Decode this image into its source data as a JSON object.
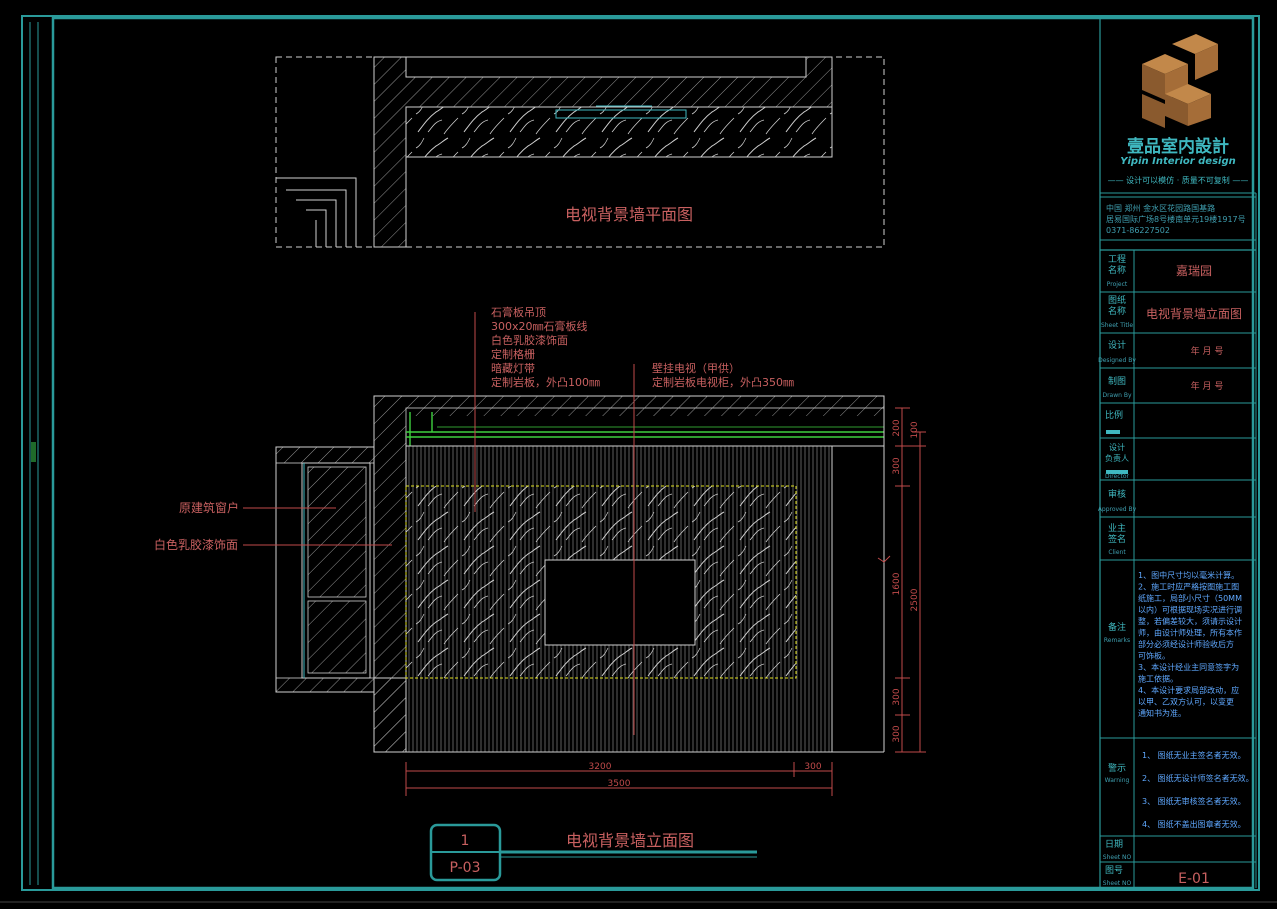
{
  "colors": {
    "frame": "#2a9a9a",
    "line": "#d0d0d0",
    "label": "#c86060",
    "dim": "#c04a4a",
    "green": "#3fd03f",
    "blocktext": "#3fb8c0",
    "notes": "#5fa8ff",
    "logo_top": "#c2884a",
    "logo_side": "#8a5a2e"
  },
  "plan": {
    "title": "电视背景墙平面图"
  },
  "elevation": {
    "title": "电视背景墙立面图",
    "badge_num": "1",
    "badge_sheet": "P-03",
    "callouts_left": [
      "石膏板吊顶",
      "300x20㎜石膏板线",
      "白色乳胶漆饰面",
      "定制格栅",
      "暗藏灯带",
      "定制岩板，外凸100㎜"
    ],
    "callouts_right": [
      "壁挂电视（甲供）",
      "定制岩板电视柜，外凸350㎜"
    ],
    "label_window": "原建筑窗户",
    "label_paint": "白色乳胶漆饰面",
    "dims_bottom": [
      "3200",
      "300",
      "3500"
    ],
    "dims_right_inner": [
      "200",
      "300",
      "1600",
      "300",
      "300"
    ],
    "dim_100": "100",
    "dim_total": "2500"
  },
  "titleblock": {
    "logo_name": "壹品室内設計",
    "logo_en": "Yipin Interior design",
    "slogan": "—— 设计可以模仿 · 质量不可复制 ——",
    "address": [
      "中国  郑州  金水区花园路国基路",
      "居易国际广场8号楼南单元19楼1917号",
      "0371-86227502"
    ],
    "rows": [
      {
        "cn": "工程\n名称",
        "en": "Project",
        "value": "嘉瑞园"
      },
      {
        "cn": "图纸\n名称",
        "en": "Sheet Title",
        "value": "电视背景墙立面图"
      },
      {
        "cn": "设计",
        "en": "Designed By",
        "value": "年  月  号"
      },
      {
        "cn": "制图",
        "en": "Drawn By",
        "value": "年  月  号"
      },
      {
        "cn": "比例",
        "en": "",
        "value": ""
      },
      {
        "cn": "设计\n负责人",
        "en": "Director",
        "value": ""
      },
      {
        "cn": "审核",
        "en": "Approved By",
        "value": ""
      },
      {
        "cn": "业主\n签名",
        "en": "Client",
        "value": ""
      }
    ],
    "remarks_cn": "备注",
    "remarks_en": "Remarks",
    "remarks": [
      "1、图中尺寸均以毫米计算。",
      "2、施工时应严格按图施工图",
      "纸施工，局部小尺寸（50MM",
      "以内）可根据现场实况进行调",
      "整，若偏差较大，须请示设计",
      "师，由设计师处理，所有本作",
      "部分必须经设计师验收后方",
      "可饰板。",
      "3、本设计经业主同意签字为",
      "施工依据。",
      "4、本设计要求局部改动，应",
      "以甲、乙双方认可，以变更",
      "通知书为准。"
    ],
    "warn_cn": "警示",
    "warn_en": "Warning",
    "warnings": [
      "1、 图纸无业主签名者无效。",
      "2、 图纸无设计师签名者无效。",
      "3、 图纸无审核签名者无效。",
      "4、 图纸不盖出图章者无效。"
    ],
    "date_cn": "日期",
    "date_en": "Sheet NO",
    "sheet_cn": "图号",
    "sheet_en": "Sheet NO",
    "sheet_no": "E-01"
  }
}
